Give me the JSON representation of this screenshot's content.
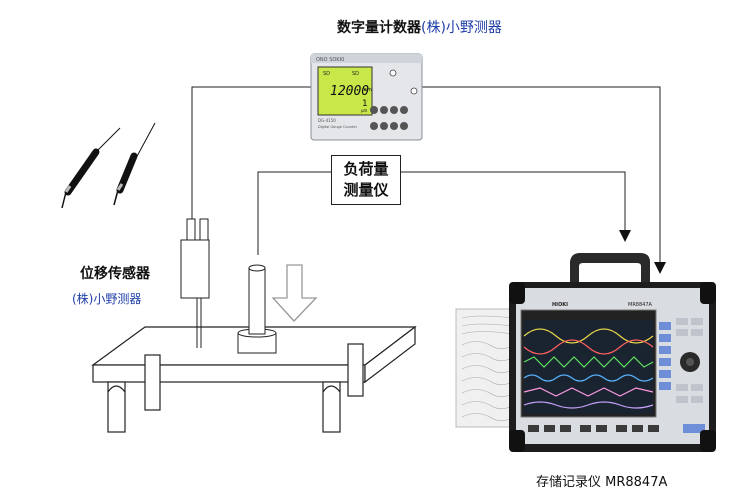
{
  "labels": {
    "counter_title": "数字量计数器",
    "counter_maker": "(株)小野测器",
    "sensor_name": "位移传感器",
    "sensor_maker": "(株)小野测器",
    "load_meter_line1": "负荷量",
    "load_meter_line2": "测量仪",
    "recorder_name": "存储记录仪 MR8847A"
  },
  "counter_display": {
    "brand": "ONO SOKKI",
    "value": "12000",
    "unit": "mm",
    "sub_value": "1",
    "sub_unit": "μm",
    "model": "DG-4150",
    "panel_caption": "Digital Gauge Counter",
    "lcd_color": "#c8e84a"
  },
  "recorder_display": {
    "brand": "HIOKI",
    "model": "MR8847A"
  }
}
